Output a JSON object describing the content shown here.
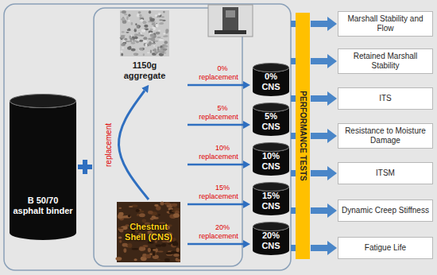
{
  "diagram": {
    "nodes": [
      {
        "text": [
          "B 50/70 asphalt binder"
        ]
      },
      {
        "text": [
          "1150g aggregate"
        ]
      },
      {
        "text": [
          "Chestnut Shell (CNS)"
        ]
      },
      {
        "text": [
          "0% CNS"
        ]
      },
      {
        "text": [
          "5% CNS"
        ]
      },
      {
        "text": [
          "10% CNS"
        ]
      },
      {
        "text": [
          "15% CNS"
        ]
      },
      {
        "text": [
          "20% CNS"
        ]
      },
      {
        "text": [
          "PERFORMANCE TESTS"
        ]
      },
      {
        "text": [
          "Marshall Stability and Flow"
        ]
      },
      {
        "text": [
          "Retained Marshall Stability"
        ]
      },
      {
        "text": [
          "ITS"
        ]
      },
      {
        "text": [
          "Resistance to Moisture Damage"
        ]
      },
      {
        "text": [
          "ITSM"
        ]
      },
      {
        "text": [
          "Dynamic Creep Stiffness"
        ]
      },
      {
        "text": [
          "Fatigue Life"
        ]
      }
    ],
    "edges": [
      {
        "from": 2,
        "to": 1,
        "label": "replacement",
        "arrow": "to"
      },
      {
        "from": 8,
        "to": 9,
        "arrow": "to"
      },
      {
        "from": 8,
        "to": 10,
        "arrow": "to"
      },
      {
        "from": 8,
        "to": 11,
        "arrow": "to"
      },
      {
        "from": 8,
        "to": 12,
        "arrow": "to"
      },
      {
        "from": 8,
        "to": 13,
        "arrow": "to"
      },
      {
        "from": 8,
        "to": 14,
        "arrow": "to"
      },
      {
        "from": 8,
        "to": 15,
        "arrow": "to"
      }
    ],
    "labels": [
      "0%",
      "replacement",
      "5%",
      "replacement",
      "10%",
      "replacement",
      "15%",
      "replacement",
      "20%",
      "replacement"
    ]
  }
}
